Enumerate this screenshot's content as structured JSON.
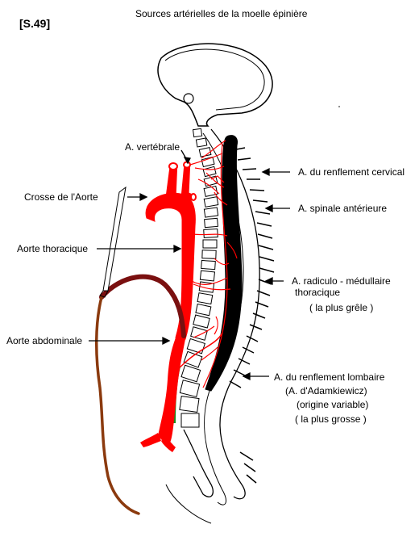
{
  "header": {
    "figure_ref": "[S.49]",
    "title": "Sources artérielles de la moelle épinière"
  },
  "labels": {
    "vertebrale": "A. vertébrale",
    "crosse": "Crosse de l'Aorte",
    "aorte_thoracique": "Aorte thoracique",
    "aorte_abdominale": "Aorte abdominale",
    "renflement_cervical": "A. du renflement cervical",
    "spinale_anterieure": "A. spinale antérieure",
    "radiculo_line1": "A.  radiculo - médullaire",
    "radiculo_line2": "thoracique",
    "radiculo_note": "( la plus grêle )",
    "lombaire_line1": "A. du renflement lombaire",
    "lombaire_line2": "(A. d'Adamkiewicz)",
    "lombaire_line3": "(origine variable)",
    "lombaire_note": "( la plus grosse )"
  },
  "colors": {
    "artery": "#ff0000",
    "cord": "#000000",
    "arch_branch": "#7a1010",
    "abdominal_aorta": "#8b3a0e",
    "adamkiewicz": "#1a8a1a",
    "outline": "#000000"
  }
}
